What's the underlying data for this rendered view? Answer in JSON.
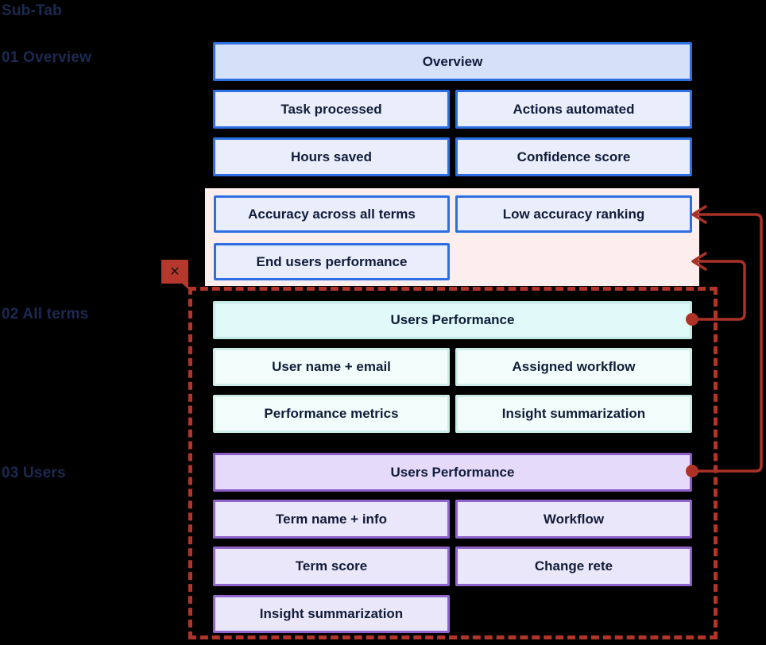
{
  "palette": {
    "background": "#000000",
    "side_label_text": "#1b2a52",
    "node_text": "#101c38",
    "blue_border": "#2d6fe3",
    "blue_header_fill": "#d5e1f9",
    "blue_cell_fill": "#eaeefc",
    "pink_panel_fill": "#fceeec",
    "cyan_border": "#c3e9e4",
    "cyan_header_fill": "#dffaf8",
    "cyan_cell_fill": "#f2fdfb",
    "purple_border": "#8a5ac6",
    "purple_header_fill": "#e5dafa",
    "purple_cell_fill": "#ebe7fa",
    "red_accent": "#b23529"
  },
  "sidebar_labels": {
    "sub_tab": "Sub-Tab",
    "overview": "01 Overview",
    "all_terms": "02 All terms",
    "users": "03 Users"
  },
  "overview": {
    "header": "Overview",
    "cells": [
      "Task processed",
      "Actions automated",
      "Hours saved",
      "Confidence score"
    ]
  },
  "accuracy_panel": {
    "cells": [
      "Accuracy across all terms",
      "Low accuracy ranking",
      "End users performance"
    ]
  },
  "all_terms": {
    "header": "Users Performance",
    "cells": [
      "User name + email",
      "Assigned workflow",
      "Performance metrics",
      "Insight summarization"
    ]
  },
  "users": {
    "header": "Users Performance",
    "cells": [
      "Term name + info",
      "Workflow",
      "Term score",
      "Change rete",
      "Insight summarization"
    ]
  },
  "close_button": {
    "glyph": "✕"
  }
}
